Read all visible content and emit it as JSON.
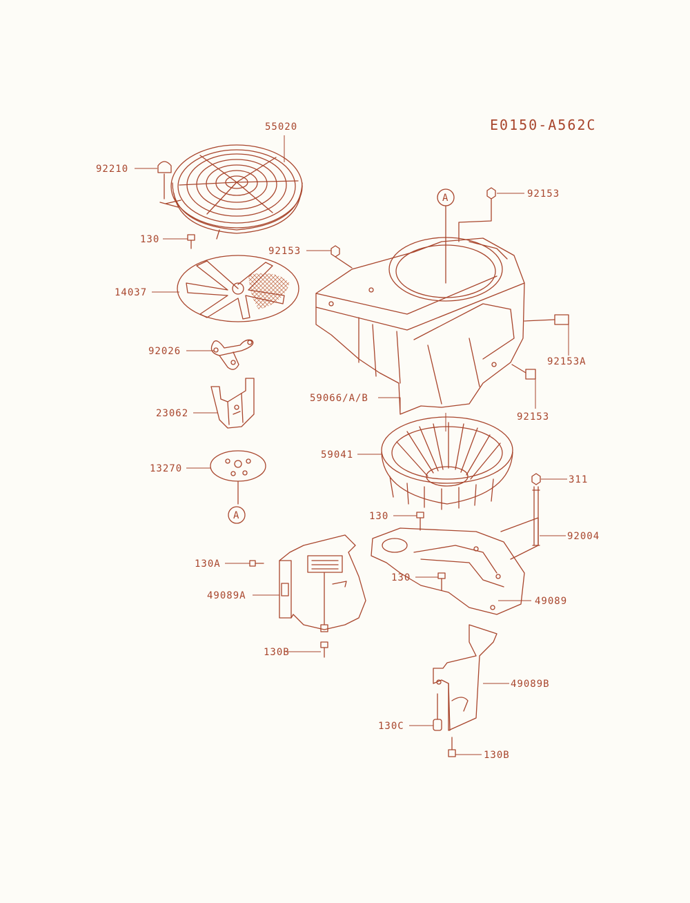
{
  "diagram_code": "E0150-A562C",
  "colors": {
    "line": "#a8452c",
    "text": "#a8452c",
    "paper": "#fdfcf7",
    "hatch": "#c77a5c"
  },
  "labels": {
    "grille": "55020",
    "cap_nut": "92210",
    "bolt_top_left": "130",
    "fan_guide_plate": "14037",
    "spring_plate": "92026",
    "bracket": "23062",
    "small_plate": "13270",
    "ref_a_lower": "A",
    "ref_a_upper": "A",
    "bolt_top": "92153",
    "bolt_left": "92153",
    "bolt_right": "92153A",
    "bolt_right_lower": "92153",
    "housing": "59066/A/B",
    "flywheel_fan": "59041",
    "nut": "311",
    "stud": "92004",
    "bolt_center": "130",
    "bolt_under_shroud": "130",
    "shroud_left_bolt": "130A",
    "left_shroud": "49089A",
    "shroud": "49089",
    "left_shroud_bolt": "130B",
    "right_shroud": "49089B",
    "clip": "130C",
    "right_shroud_bolt": "130B"
  }
}
